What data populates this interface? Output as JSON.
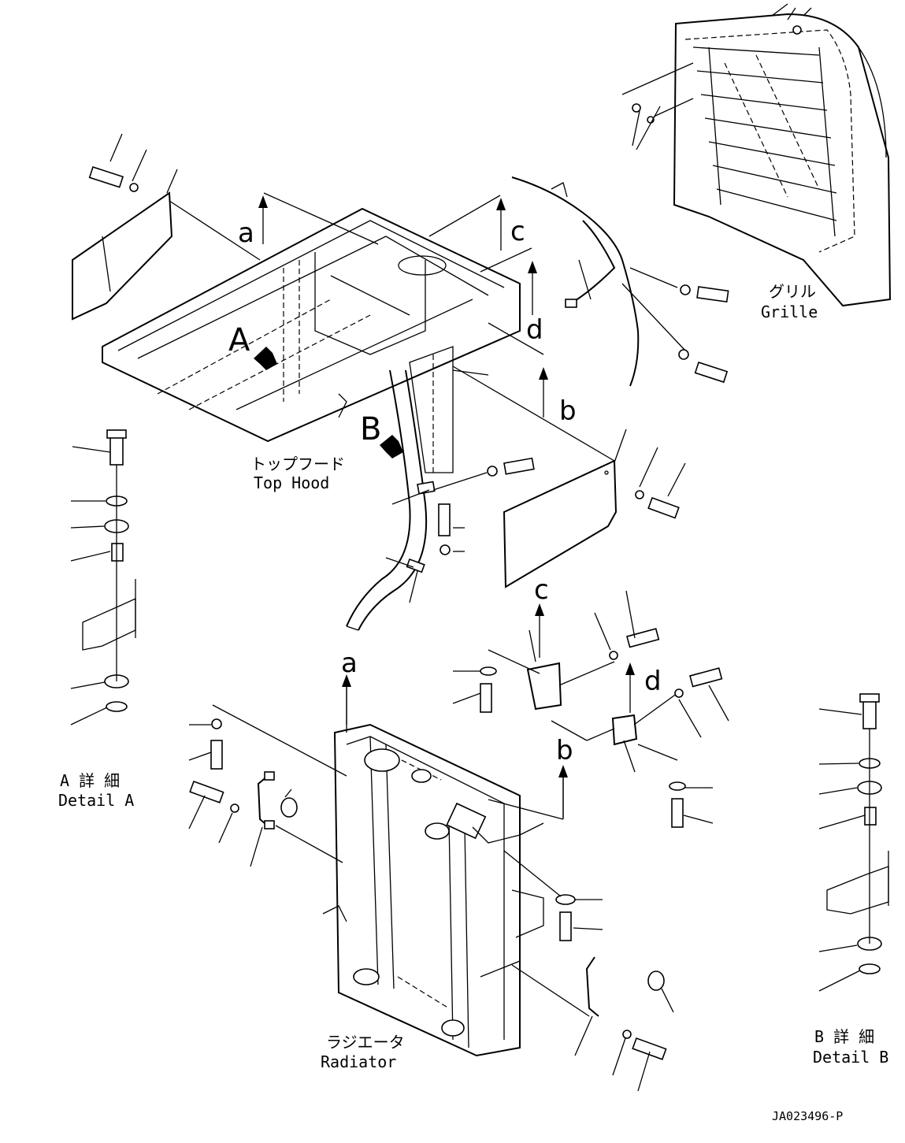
{
  "labels": {
    "top_hood_jp": "トップフード",
    "top_hood_en": "Top Hood",
    "grille_jp": "グリル",
    "grille_en": "Grille",
    "radiator_jp": "ラジエータ",
    "radiator_en": "Radiator",
    "detail_a_jp": "A 詳 細",
    "detail_a_en": "Detail A",
    "detail_b_jp": "B 詳 細",
    "detail_b_en": "Detail B",
    "drawing_no": "JA023496-P"
  },
  "view_markers": {
    "a": "A",
    "b": "B"
  },
  "connectors": {
    "a_top": "a",
    "c_top": "c",
    "d_top": "d",
    "b_mid": "b",
    "c_mid": "c",
    "d_mid": "d",
    "a_bottom": "a",
    "b_bottom": "b"
  }
}
